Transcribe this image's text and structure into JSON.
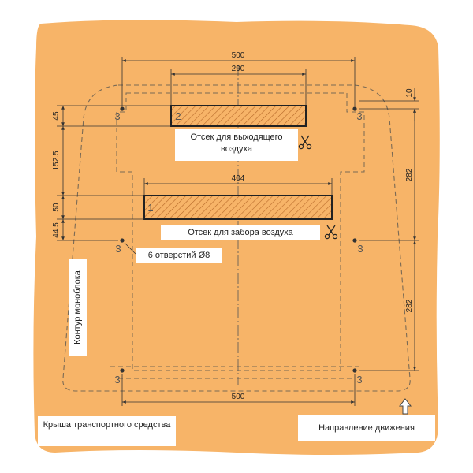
{
  "diagram": {
    "colors": {
      "roof_fill": "#F7B468",
      "line": "#333333",
      "dashed": "#7a6a55",
      "hatch": "#b86a2a",
      "label_bg": "#ffffff"
    },
    "dimensions": {
      "width_top": "500",
      "exhaust_width": "290",
      "intake_width": "404",
      "width_bottom": "500",
      "right_top": "10",
      "right_mid": "282",
      "right_bottom": "282",
      "left_45": "45",
      "left_152_5": "152.5",
      "left_50": "50",
      "left_44_5": "44.5"
    },
    "markers": {
      "intake": "1",
      "exhaust": "2",
      "hole": "3"
    },
    "labels": {
      "exhaust_compartment": "Отсек для выходящего воздуха",
      "intake_compartment": "Отсек для забора воздуха",
      "holes": "6 отверстий Ø8",
      "monoblock_outline": "Контур моноблока",
      "vehicle_roof": "Крыша транспортного средства",
      "direction": "Направление движения"
    },
    "icons": {
      "scissors": "scissors-icon",
      "direction_arrow": "arrow-up-icon"
    }
  }
}
